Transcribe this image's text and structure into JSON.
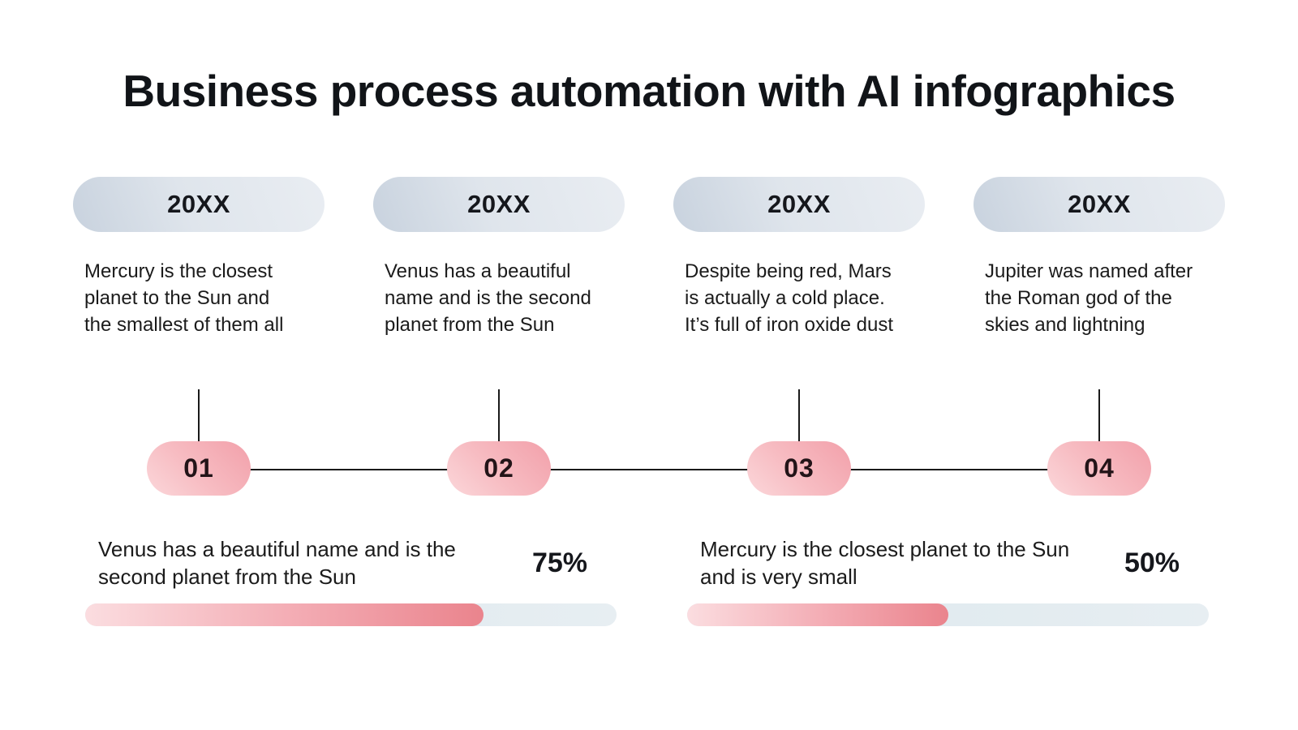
{
  "title": "Business process automation with AI infographics",
  "steps": [
    {
      "year": "20XX",
      "number": "01",
      "description": "Mercury is the closest planet to the Sun and the smallest of them all"
    },
    {
      "year": "20XX",
      "number": "02",
      "description": "Venus has a beautiful name and is the second planet from the Sun"
    },
    {
      "year": "20XX",
      "number": "03",
      "description": "Despite being red, Mars is actually a cold place. It’s full of iron oxide dust"
    },
    {
      "year": "20XX",
      "number": "04",
      "description": "Jupiter was named after the Roman god of the skies and lightning"
    }
  ],
  "progress_bars": [
    {
      "label": "Venus has a beautiful name and is the second planet from the Sun",
      "percent_label": "75%",
      "percent": 75
    },
    {
      "label": "Mercury is the closest planet to the Sun and is very small",
      "percent_label": "50%",
      "percent": 50
    }
  ],
  "colors": {
    "background": "#ffffff",
    "text": "#1b1b1b",
    "badge_gradient_start": "#c8d2de",
    "badge_gradient_end": "#e9edf2",
    "node_gradient_start": "#f2a0aa",
    "node_gradient_end": "#fbd7da",
    "bar_fill_start": "#fbdde0",
    "bar_fill_end": "#ea848d",
    "bar_track": "#dce8ed",
    "connector_line": "#1a1a1a"
  }
}
